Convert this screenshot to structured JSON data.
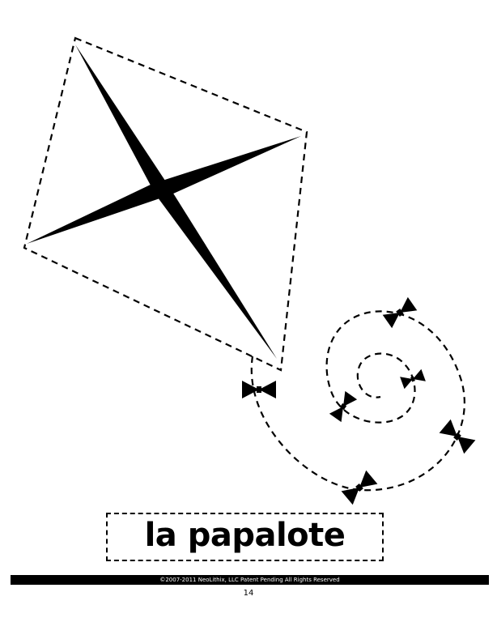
{
  "worksheet": {
    "word": "la papalote",
    "copyright": "©2007-2011  NeoLithix, LLC  Patent Pending  All Rights Reserved",
    "page_number": "14"
  },
  "illustration": {
    "subject": "kite-icon",
    "ink_color": "#000000",
    "paper_color": "#ffffff"
  }
}
